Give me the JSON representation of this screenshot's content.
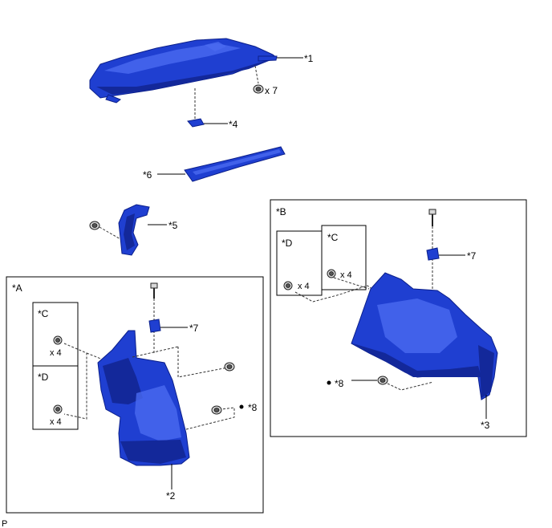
{
  "labels": {
    "part1": "*1",
    "part2": "*2",
    "part3": "*3",
    "part4": "*4",
    "part5": "*5",
    "part6": "*6",
    "part7a": "*7",
    "part7b": "*7",
    "part8a": "*8",
    "part8b": "*8",
    "qty_clips_top": "x 7",
    "footer": "P"
  },
  "box_a": {
    "title": "*A",
    "sub_c": {
      "title": "*C",
      "qty": "x 4"
    },
    "sub_d": {
      "title": "*D",
      "qty": "x 4"
    }
  },
  "box_b": {
    "title": "*B",
    "sub_d": {
      "title": "*D",
      "qty": "x 4"
    },
    "sub_c": {
      "title": "*C",
      "qty": "x 4"
    }
  },
  "colors": {
    "part": "#1f3fd1",
    "part_edge": "#0b1f8a"
  }
}
